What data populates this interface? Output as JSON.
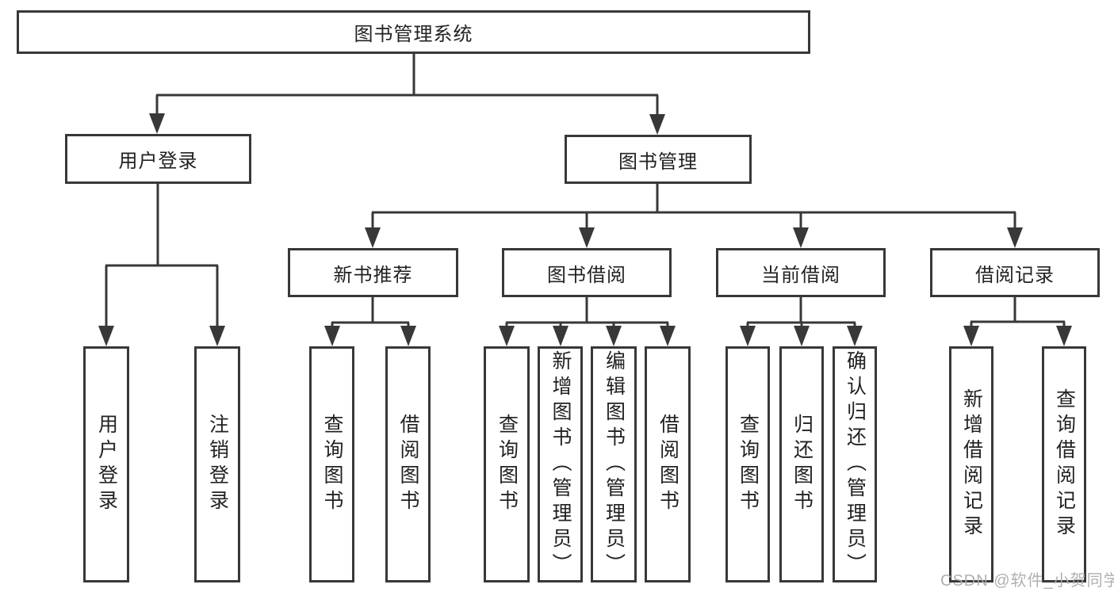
{
  "diagram": {
    "type": "hierarchy-tree",
    "title": "图书管理系统",
    "line_color": "#383838",
    "background": "#ffffff"
  },
  "tree": {
    "root": {
      "label": "图书管理系统"
    },
    "branches": [
      {
        "label": "用户登录",
        "children": [
          {
            "label": "用户登录"
          },
          {
            "label": "注销登录"
          }
        ]
      },
      {
        "label": "图书管理",
        "children": [
          {
            "label": "新书推荐",
            "children": [
              {
                "label": "查询图书"
              },
              {
                "label": "借阅图书"
              }
            ]
          },
          {
            "label": "图书借阅",
            "children": [
              {
                "label": "查询图书"
              },
              {
                "label": "新增图书（管理员）"
              },
              {
                "label": "编辑图书（管理员）"
              },
              {
                "label": "借阅图书"
              }
            ]
          },
          {
            "label": "当前借阅",
            "children": [
              {
                "label": "查询图书"
              },
              {
                "label": "归还图书"
              },
              {
                "label": "确认归还（管理员）"
              }
            ]
          },
          {
            "label": "借阅记录",
            "children": [
              {
                "label": "新增借阅记录"
              },
              {
                "label": "查询借阅记录"
              }
            ]
          }
        ]
      }
    ]
  },
  "watermark": "CSDN @软件_小贺同学"
}
